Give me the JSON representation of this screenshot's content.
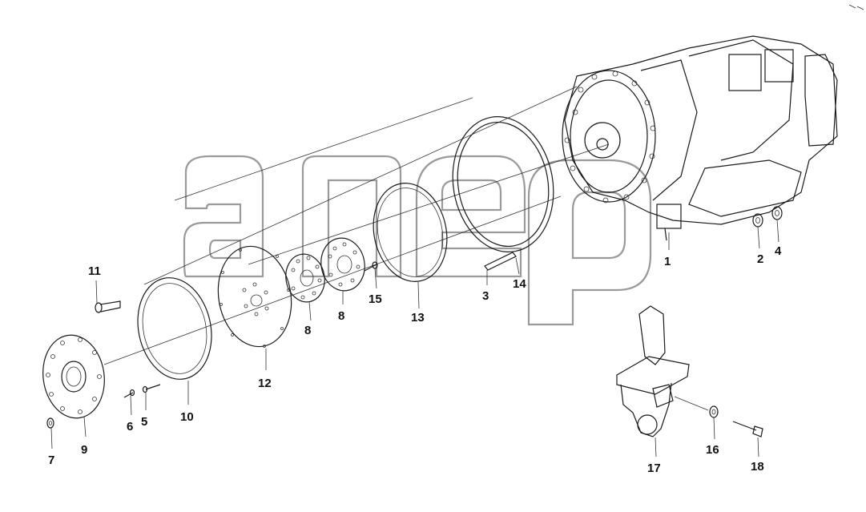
{
  "callouts": {
    "c1": "1",
    "c2": "2",
    "c3": "3",
    "c4": "4",
    "c5": "5",
    "c6": "6",
    "c7": "7",
    "c8a": "8",
    "c8b": "8",
    "c9": "9",
    "c10": "10",
    "c11": "11",
    "c12": "12",
    "c13": "13",
    "c14": "14",
    "c15": "15",
    "c16": "16",
    "c17": "17",
    "c18": "18"
  },
  "colors": {
    "line": "#1a1a1a",
    "watermark": "#9a9a9a",
    "background": "#ffffff"
  }
}
